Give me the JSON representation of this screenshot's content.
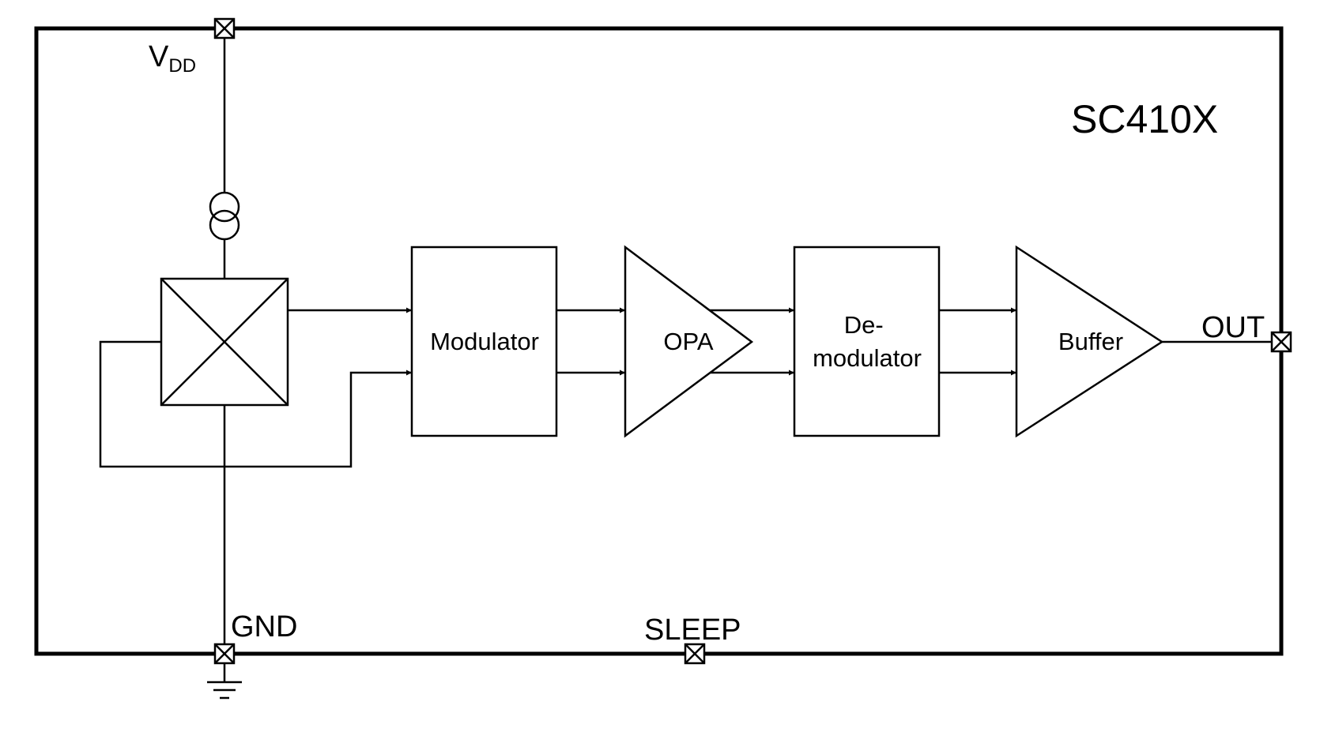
{
  "title": "SC410X",
  "pins": {
    "vdd": {
      "main": "V",
      "sub": "DD"
    },
    "gnd": "GND",
    "sleep": "SLEEP",
    "out": "OUT"
  },
  "blocks": {
    "modulator": "Modulator",
    "opa": "OPA",
    "demodulator": [
      "De-",
      "modulator"
    ],
    "buffer": "Buffer"
  }
}
